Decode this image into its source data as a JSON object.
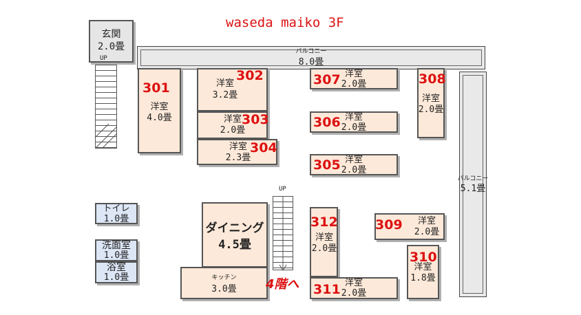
{
  "title": "waseda maiko 3F",
  "entrance": {
    "name": "玄関",
    "size": "2.0畳"
  },
  "stair_labels": {
    "up_left": "UP",
    "up_center": "UP"
  },
  "balcony_top": {
    "name": "バルコニー",
    "size": "8.0畳"
  },
  "balcony_right": {
    "name": "バルコニー",
    "size": "5.1畳"
  },
  "rooms": {
    "r301": {
      "number": "301",
      "name": "洋室",
      "size": "4.0畳"
    },
    "r302": {
      "number": "302",
      "name": "洋室",
      "size": "3.2畳"
    },
    "r303": {
      "number": "303",
      "name": "洋室",
      "size": "2.0畳"
    },
    "r304": {
      "number": "304",
      "name": "洋室",
      "size": "2.3畳"
    },
    "r305": {
      "number": "305",
      "name": "洋室",
      "size": "2.0畳"
    },
    "r306": {
      "number": "306",
      "name": "洋室",
      "size": "2.0畳"
    },
    "r307": {
      "number": "307",
      "name": "洋室",
      "size": "2.0畳"
    },
    "r308": {
      "number": "308",
      "name": "洋室",
      "size": "2.0畳"
    },
    "r309": {
      "number": "309",
      "name": "洋室",
      "size": "2.0畳"
    },
    "r310": {
      "number": "310",
      "name": "洋室",
      "size": "1.8畳"
    },
    "r311": {
      "number": "311",
      "name": "洋室",
      "size": "2.0畳"
    },
    "r312": {
      "number": "312",
      "name": "洋室",
      "size": "2.0畳"
    }
  },
  "common": {
    "toilet": {
      "name": "トイレ",
      "size": "1.0畳"
    },
    "washroom": {
      "name": "洗面室",
      "size": "1.0畳"
    },
    "bath": {
      "name": "浴室",
      "size": "1.0畳"
    },
    "dining": {
      "name": "ダイニング",
      "size": "4.5畳"
    },
    "kitchen": {
      "name": "キッチン",
      "size": "3.0畳"
    }
  },
  "to_4f": "4階へ"
}
